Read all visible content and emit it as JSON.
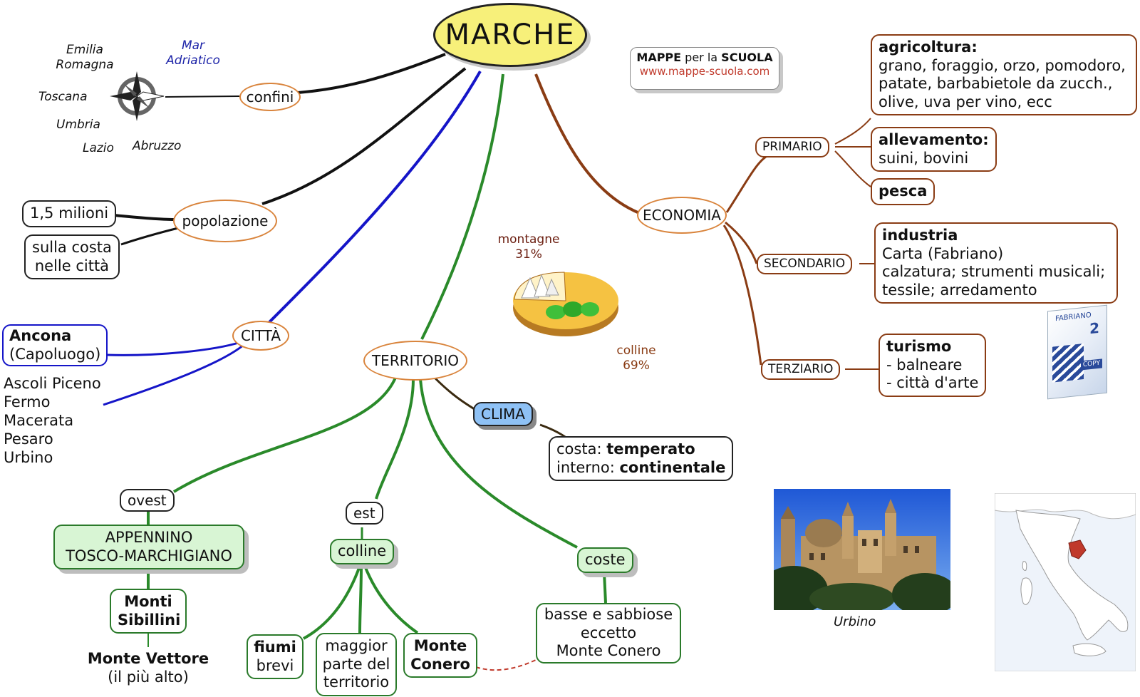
{
  "title": "MARCHE",
  "brand": {
    "line1_bold": "MAPPE",
    "line1_mid": " per la ",
    "line1_bold2": "SCUOLA",
    "url": "www.mappe-scuola.com"
  },
  "confini": {
    "label": "confini",
    "regions": [
      "Emilia\nRomagna",
      "Toscana",
      "Umbria",
      "Lazio",
      "Abruzzo"
    ],
    "sea": "Mar\nAdriatico"
  },
  "popolazione": {
    "label": "popolazione",
    "count": "1,5 milioni",
    "where_line1": "sulla costa",
    "where_line2": "nelle città"
  },
  "citta": {
    "label": "CITTÀ",
    "capital_name": "Ancona",
    "capital_note": "(Capoluogo)",
    "others": [
      "Ascoli Piceno",
      "Fermo",
      "Macerata",
      "Pesaro",
      "Urbino"
    ]
  },
  "territorio": {
    "label": "TERRITORIO",
    "pie_labels": {
      "montagne": "montagne",
      "montagne_pct": "31%",
      "colline": "colline",
      "colline_pct": "69%"
    },
    "ovest": "ovest",
    "appennino_line1": "APPENNINO",
    "appennino_line2": "TOSCO-MARCHIGIANO",
    "sibillini_line1": "Monti",
    "sibillini_line2": "Sibillini",
    "vettore": "Monte Vettore",
    "vettore_note": "(il più alto)",
    "est": "est",
    "colline": "colline",
    "fiumi_line1": "fiumi",
    "fiumi_line2": "brevi",
    "maggior_line1": "maggior",
    "maggior_line2": "parte del",
    "maggior_line3": "territorio",
    "conero_line1": "Monte",
    "conero_line2": "Conero",
    "coste": "coste",
    "coste_line1": "basse e sabbiose",
    "coste_line2": "eccetto",
    "coste_line3": "Monte Conero"
  },
  "clima": {
    "label": "CLIMA",
    "costa_label": "costa: ",
    "costa_value": "temperato",
    "interno_label": "interno: ",
    "interno_value": "continentale"
  },
  "economia": {
    "label": "ECONOMIA",
    "primario": "PRIMARIO",
    "agricoltura_title": "agricoltura:",
    "agricoltura_lines": [
      "grano, foraggio, orzo, pomodoro,",
      "patate, barbabietole da zucch.,",
      "olive, uva per vino, ecc"
    ],
    "allevamento_title": "allevamento:",
    "allevamento_text": "suini, bovini",
    "pesca": "pesca",
    "secondario": "SECONDARIO",
    "industria_title": "industria",
    "industria_lines": [
      "Carta (Fabriano)",
      "calzatura; strumenti musicali;",
      "tessile; arredamento"
    ],
    "terziario": "TERZIARIO",
    "turismo_title": "turismo",
    "turismo_lines": [
      "- balneare",
      "- città d'arte"
    ],
    "fabriano_brand": "FABRIANO",
    "fabriano_num": "2",
    "fabriano_copy": "COPY"
  },
  "photo_caption": "Urbino",
  "colors": {
    "oval_border": "#d9843c",
    "title_fill": "#f7f07a",
    "brown": "#8a3c14",
    "green": "#2a8a2a",
    "blue": "#1515c8",
    "black": "#111111",
    "clima_fill": "#8ec1f5",
    "pie_plain": "#f5c242",
    "pie_hills": "#3fbf3a",
    "region_red": "#c0392b"
  }
}
